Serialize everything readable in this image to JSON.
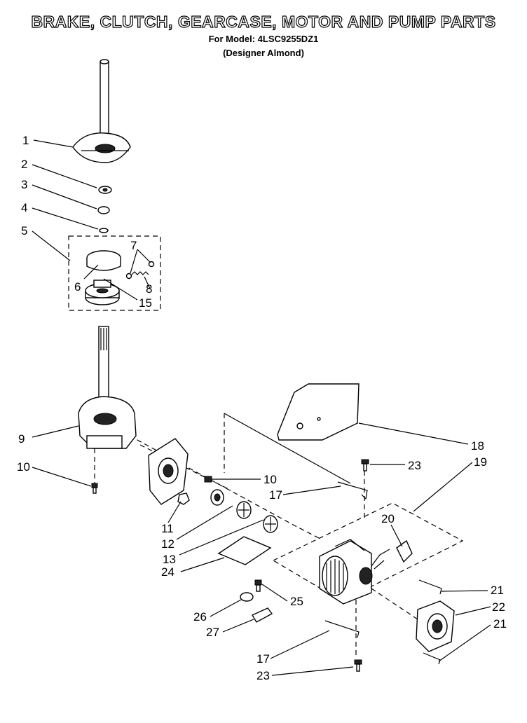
{
  "header": {
    "title": "BRAKE, CLUTCH, GEARCASE, MOTOR AND PUMP PARTS",
    "model_line": "For Model: 4LSC9255DZ1",
    "color_line": "(Designer Almond)"
  },
  "callouts": {
    "c1": "1",
    "c2": "2",
    "c3": "3",
    "c4": "4",
    "c5": "5",
    "c6": "6",
    "c7": "7",
    "c8": "8",
    "c15": "15",
    "c9": "9",
    "c10a": "10",
    "c10b": "10",
    "c11": "11",
    "c12": "12",
    "c13": "13",
    "c24": "24",
    "c18": "18",
    "c19": "19",
    "c23a": "23",
    "c17a": "17",
    "c20": "20",
    "c21a": "21",
    "c22": "22",
    "c21b": "21",
    "c25": "25",
    "c26": "26",
    "c27": "27",
    "c17b": "17",
    "c23b": "23"
  }
}
